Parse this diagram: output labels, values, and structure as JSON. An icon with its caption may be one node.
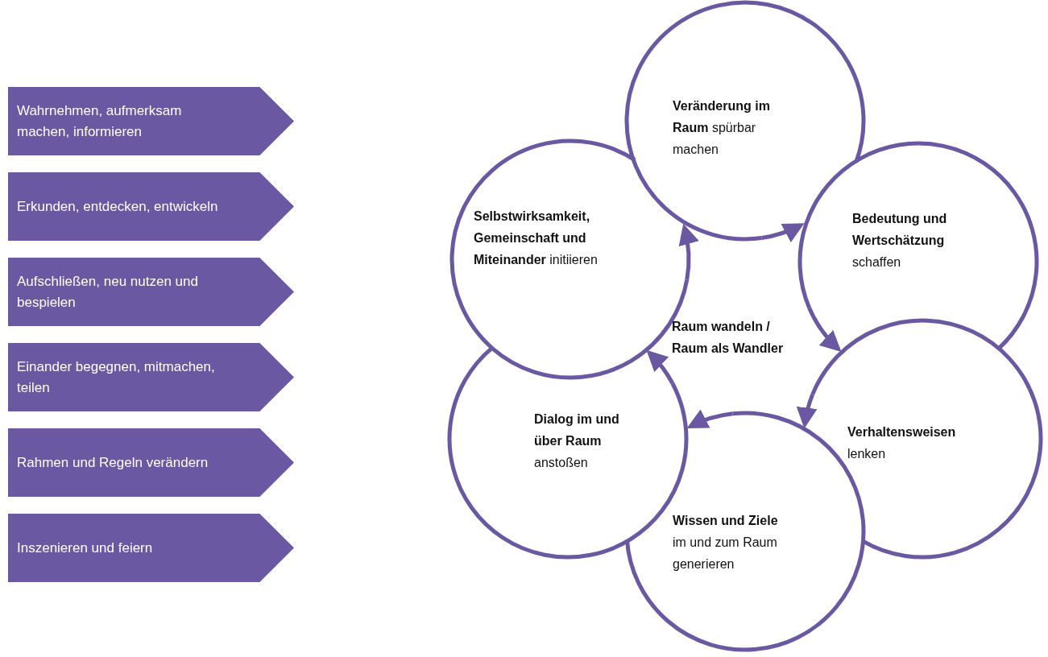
{
  "diagram": {
    "nodes": [
      {
        "text": [
          "Wahrnehmen, aufmerksam machen, informieren"
        ]
      },
      {
        "text": [
          "Erkunden, entdecken, entwickeln"
        ]
      },
      {
        "text": [
          "Aufschließen, neu nutzen und bespielen"
        ]
      },
      {
        "text": [
          "Einander begegnen, mitmachen, teilen"
        ]
      },
      {
        "text": [
          "Rahmen und Regeln verändern"
        ]
      },
      {
        "text": [
          "Inszenieren und feiern"
        ]
      },
      {
        "text": [
          "**Veränderung im Raum** spürbar machen"
        ]
      },
      {
        "text": [
          "**Bedeutung und Wertschätzung** schaffen"
        ]
      },
      {
        "text": [
          "**Verhaltensweisen** lenken"
        ]
      },
      {
        "text": [
          "**Wissen und Ziele** im und zum Raum generieren"
        ]
      },
      {
        "text": [
          "**Dialog im und über Raum** anstoßen"
        ]
      },
      {
        "text": [
          "**Selbstwirksamkeit, Gemeinschaft und Miteinander** initiieren"
        ]
      },
      {
        "text": [
          "Raum wandeln / Raum als Wandler"
        ]
      }
    ],
    "edges": [
      {
        "from": 6,
        "to": 7,
        "arrow": "to"
      },
      {
        "from": 7,
        "to": 8,
        "arrow": "to"
      },
      {
        "from": 8,
        "to": 9,
        "arrow": "to"
      },
      {
        "from": 9,
        "to": 10,
        "arrow": "to"
      },
      {
        "from": 10,
        "to": 11,
        "arrow": "to"
      },
      {
        "from": 11,
        "to": 6,
        "arrow": "to"
      }
    ]
  }
}
